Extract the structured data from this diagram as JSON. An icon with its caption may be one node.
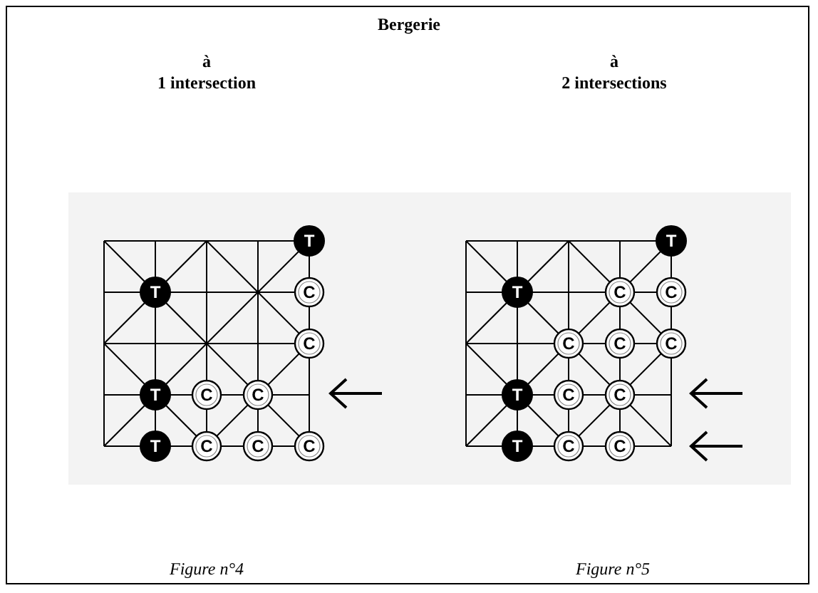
{
  "diagram": {
    "title": "Bergerie",
    "labels": [
      "à",
      "1 intersection",
      "à",
      "2 intersections",
      "T",
      "T",
      "C",
      "C",
      "T",
      "C",
      "C",
      "T",
      "C",
      "C",
      "C",
      "T",
      "T",
      "C",
      "C",
      "C",
      "C",
      "C",
      "T",
      "C",
      "C",
      "T",
      "C",
      "C",
      "Figure n°4",
      "Figure n°5"
    ]
  }
}
